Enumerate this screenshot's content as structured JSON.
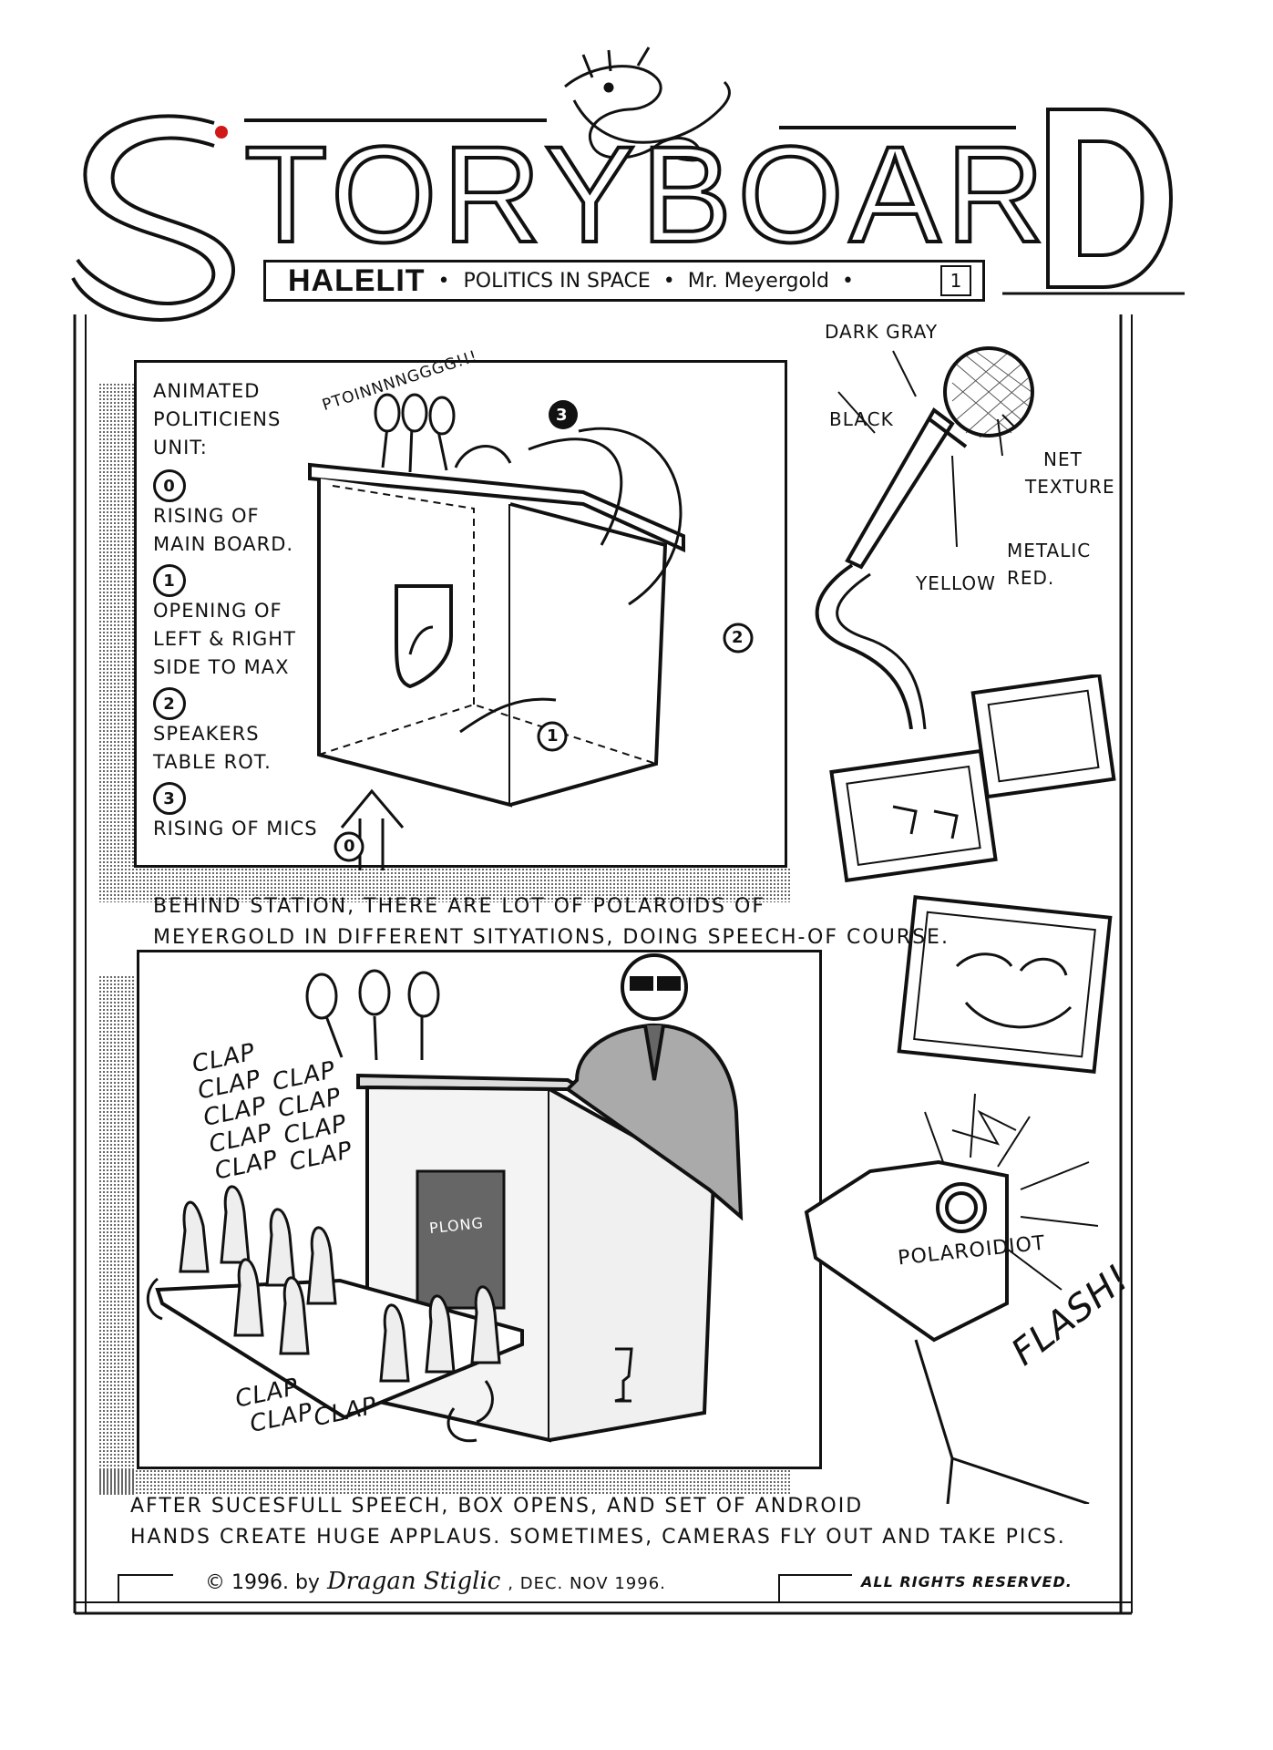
{
  "header": {
    "title_first": "S",
    "title_rest": "TORYBOAR",
    "title_last": "D",
    "subtitle_main": "HALELIT",
    "subtitle_part1": "POLITICS IN SPACE",
    "subtitle_part2": "Mr. Meyergold",
    "page_number": "1",
    "accent_dot_color": "#d01818"
  },
  "panel1": {
    "sound_effect": "PTOINNNNGGGG!!!",
    "notes_title": [
      "ANIMATED",
      "POLITICIENS",
      "UNIT:"
    ],
    "steps": [
      {
        "num": "0",
        "text": [
          "RISING OF",
          "MAIN BOARD."
        ]
      },
      {
        "num": "1",
        "text": [
          "OPENING OF",
          "LEFT & RIGHT",
          "SIDE TO MAX"
        ]
      },
      {
        "num": "2",
        "text": [
          "SPEAKERS",
          "TABLE ROT."
        ]
      },
      {
        "num": "3",
        "text": [
          "RISING OF MICS"
        ]
      }
    ],
    "markers": [
      "3",
      "2",
      "1",
      "0"
    ]
  },
  "mic_notes": {
    "dark_gray": "DARK GRAY",
    "black": "BLACK",
    "net_texture_1": "NET",
    "net_texture_2": "TEXTURE",
    "metallic_1": "METALIC",
    "metallic_2": "RED.",
    "yellow": "YELLOW"
  },
  "caption1": [
    "BEHIND STATION, THERE ARE LOT OF POLAROIDS OF",
    "MEYERGOLD IN DIFFERENT SITYATIONS, DOING SPEECH-OF COURSE."
  ],
  "panel2": {
    "claps_left": [
      "CLAP",
      "CLAP",
      "CLAP",
      "CLAP",
      "CLAP"
    ],
    "claps_mid": [
      "CLAP",
      "CLAP",
      "CLAP",
      "CLAP"
    ],
    "claps_bottom": [
      "CLAP",
      "CLAP",
      "CLAP"
    ],
    "plong": "PLONG"
  },
  "camera": {
    "brand": "POLAROIDIOT",
    "flash": "FLASH!"
  },
  "caption2": [
    "AFTER SUCESFULL SPEECH, BOX OPENS, AND SET OF ANDROID",
    "HANDS CREATE HUGE APPLAUS. SOMETIMES, CAMERAS FLY OUT AND TAKE PICS."
  ],
  "footer": {
    "copyright": "© 1996. by",
    "author": "Dragan Stiglic",
    "date": ", DEC. NOV 1996.",
    "rights": "ALL RIGHTS RESERVED."
  }
}
